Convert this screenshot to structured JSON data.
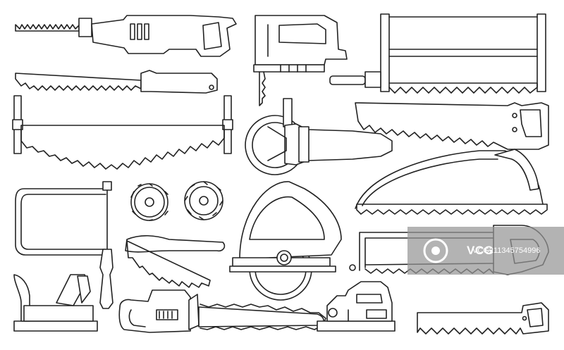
{
  "illustration": {
    "subject": "saw tools line icon set",
    "stroke_color": "#222222",
    "background": "#ffffff",
    "icons": [
      "reciprocating-saw-icon",
      "jigsaw-icon",
      "bow-frame-saw-icon",
      "pruning-saw-icon",
      "two-man-crosscut-saw-icon",
      "angle-grinder-icon",
      "hand-saw-icon",
      "bow-saw-icon",
      "coping-saw-icon",
      "circular-saw-blade-icon",
      "circular-saw-blade-toothed-icon",
      "folding-saw-icon",
      "circular-saw-icon",
      "hacksaw-icon",
      "hand-plane-icon",
      "chainsaw-icon",
      "electric-planer-icon",
      "small-hand-saw-icon"
    ]
  },
  "watermark": {
    "brand": "VCG",
    "id_text": "VCG211345754996",
    "background": "#969696"
  }
}
